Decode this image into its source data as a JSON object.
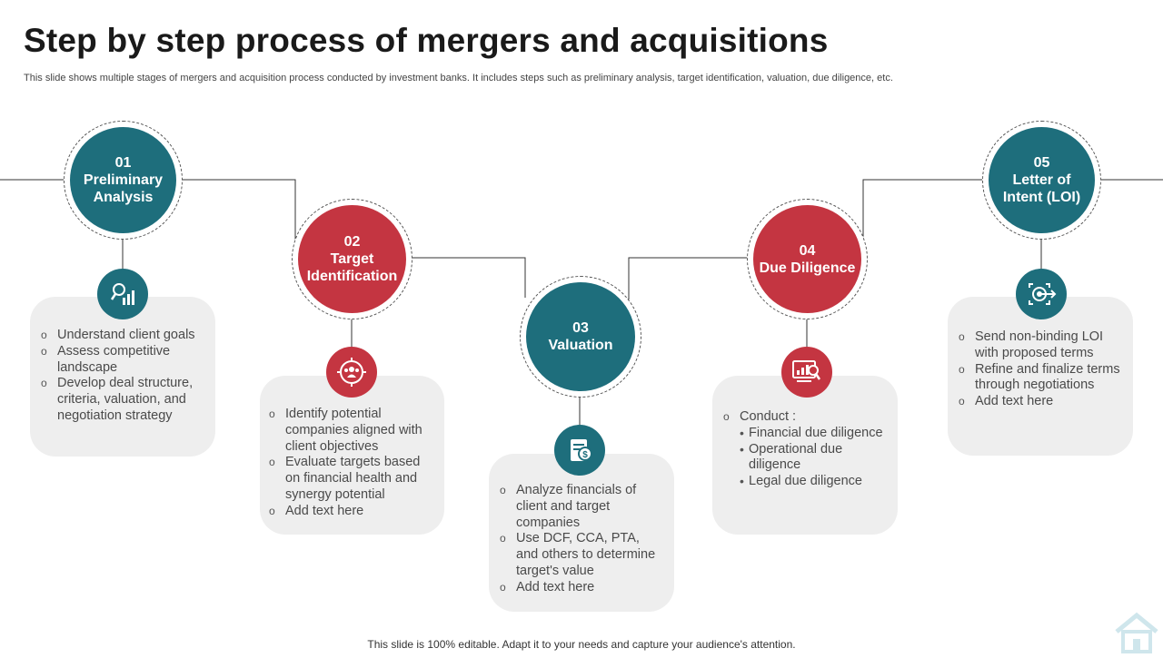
{
  "header": {
    "title": "Step by step process of mergers and acquisitions",
    "subtitle": "This slide shows multiple stages of mergers and acquisition process conducted by investment banks. It includes steps such as preliminary analysis, target identification, valuation, due diligence, etc."
  },
  "steps": [
    {
      "num": "01",
      "title": "Preliminary Analysis",
      "color": "#1e6e7c",
      "icon": "analysis-chart-icon",
      "bullets": [
        "Understand client goals",
        "Assess competitive landscape",
        "Develop deal structure, criteria, valuation, and negotiation strategy"
      ]
    },
    {
      "num": "02",
      "title": "Target Identification",
      "color": "#c43541",
      "icon": "target-people-icon",
      "bullets": [
        "Identify potential companies aligned with client objectives",
        "Evaluate targets based on financial health and synergy potential",
        "Add text here"
      ]
    },
    {
      "num": "03",
      "title": "Valuation",
      "color": "#1e6e7c",
      "icon": "valuation-dollar-icon",
      "bullets": [
        "Analyze financials of client and target companies",
        "Use DCF, CCA, PTA, and others to determine target's value",
        "Add text here"
      ]
    },
    {
      "num": "04",
      "title": "Due Diligence",
      "color": "#c43541",
      "icon": "diligence-search-icon",
      "bullets": [
        "Conduct :"
      ],
      "sub_bullets": [
        "Financial due diligence",
        "Operational due diligence",
        "Legal due diligence"
      ]
    },
    {
      "num": "05",
      "title": "Letter of Intent (LOI)",
      "color": "#1e6e7c",
      "icon": "target-arrow-icon",
      "bullets": [
        "Send non-binding LOI with proposed terms",
        "Refine and finalize terms through negotiations",
        "Add text here"
      ]
    }
  ],
  "footer": "This slide is 100% editable. Adapt it to your needs and capture your audience's attention."
}
